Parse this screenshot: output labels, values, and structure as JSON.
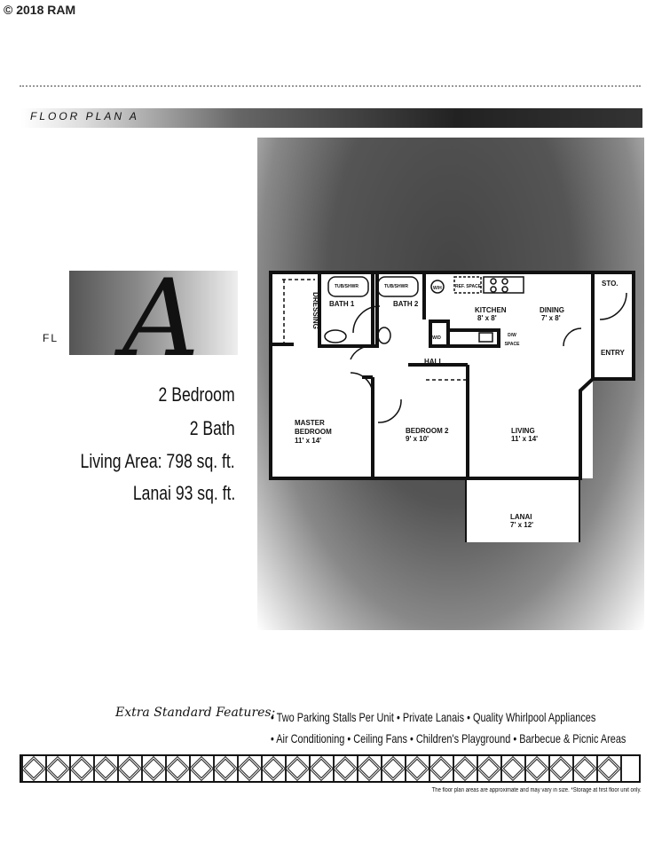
{
  "copyright": "© 2018 RAM",
  "header": {
    "title": "FLOOR PLAN A"
  },
  "logo": {
    "prefix": "FL",
    "letter": "A"
  },
  "specs": {
    "bedrooms": "2 Bedroom",
    "baths": "2 Bath",
    "living_area": "Living Area: 798 sq. ft.",
    "lanai": "Lanai 93 sq. ft."
  },
  "rooms": {
    "dressing": "DRESSING",
    "bath1": "BATH 1",
    "bath2": "BATH 2",
    "tub1": "TUB/SHWR",
    "tub2": "TUB/SHWR",
    "wh": "W/H",
    "ref": "REF. SPACE",
    "wd": "W/D SPACE",
    "dw": "D/W SPACE",
    "kitchen": "KITCHEN",
    "kitchen_dim": "8' x 8'",
    "dining": "DINING",
    "dining_dim": "7' x 8'",
    "sto": "STO.",
    "entry": "ENTRY",
    "hall": "HALL",
    "master": "MASTER BEDROOM",
    "master_dim": "11' x 14'",
    "bedroom2": "BEDROOM 2",
    "bedroom2_dim": "9' x 10'",
    "living": "LIVING",
    "living_dim": "11' x 14'",
    "lanai": "LANAI",
    "lanai_dim": "7' x 12'"
  },
  "features": {
    "title": "Extra Standard Features:",
    "line1": "• Two Parking Stalls Per Unit • Private Lanais • Quality Whirlpool Appliances",
    "line2": "• Air Conditioning • Ceiling Fans • Children's Playground • Barbecue & Picnic Areas"
  },
  "disclaimer": "The floor plan areas are approximate and may vary in size. *Storage at first floor unit only."
}
